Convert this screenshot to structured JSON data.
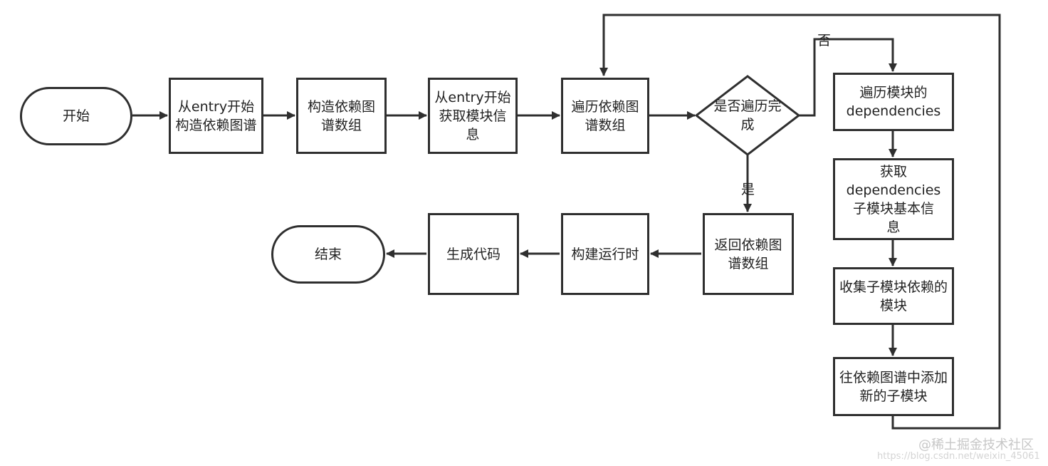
{
  "nodes": {
    "start": "开始",
    "build_graph_from_entry": "从entry开始构造依赖图谱",
    "construct_graph_array": "构造依赖图谱数组",
    "get_module_info": "从entry开始获取模块信息",
    "iterate_graph_array": "遍历依赖图谱数组",
    "decision_done": "是否遍历完\n成",
    "iterate_dependencies": "遍历模块的\ndependencies",
    "get_child_info": "获取\ndependencies\n子模块基本信\n息",
    "collect_child_deps": "收集子模块依赖的模块",
    "add_child_to_graph": "往依赖图谱中添加新的子模块",
    "return_graph_array": "返回依赖图谱数组",
    "build_runtime": "构建运行时",
    "generate_code": "生成代码",
    "end": "结束"
  },
  "edge_labels": {
    "no": "否",
    "yes": "是"
  },
  "watermark": {
    "main": "@稀土掘金技术社区",
    "url": "https://blog.csdn.net/weixin_45061"
  }
}
